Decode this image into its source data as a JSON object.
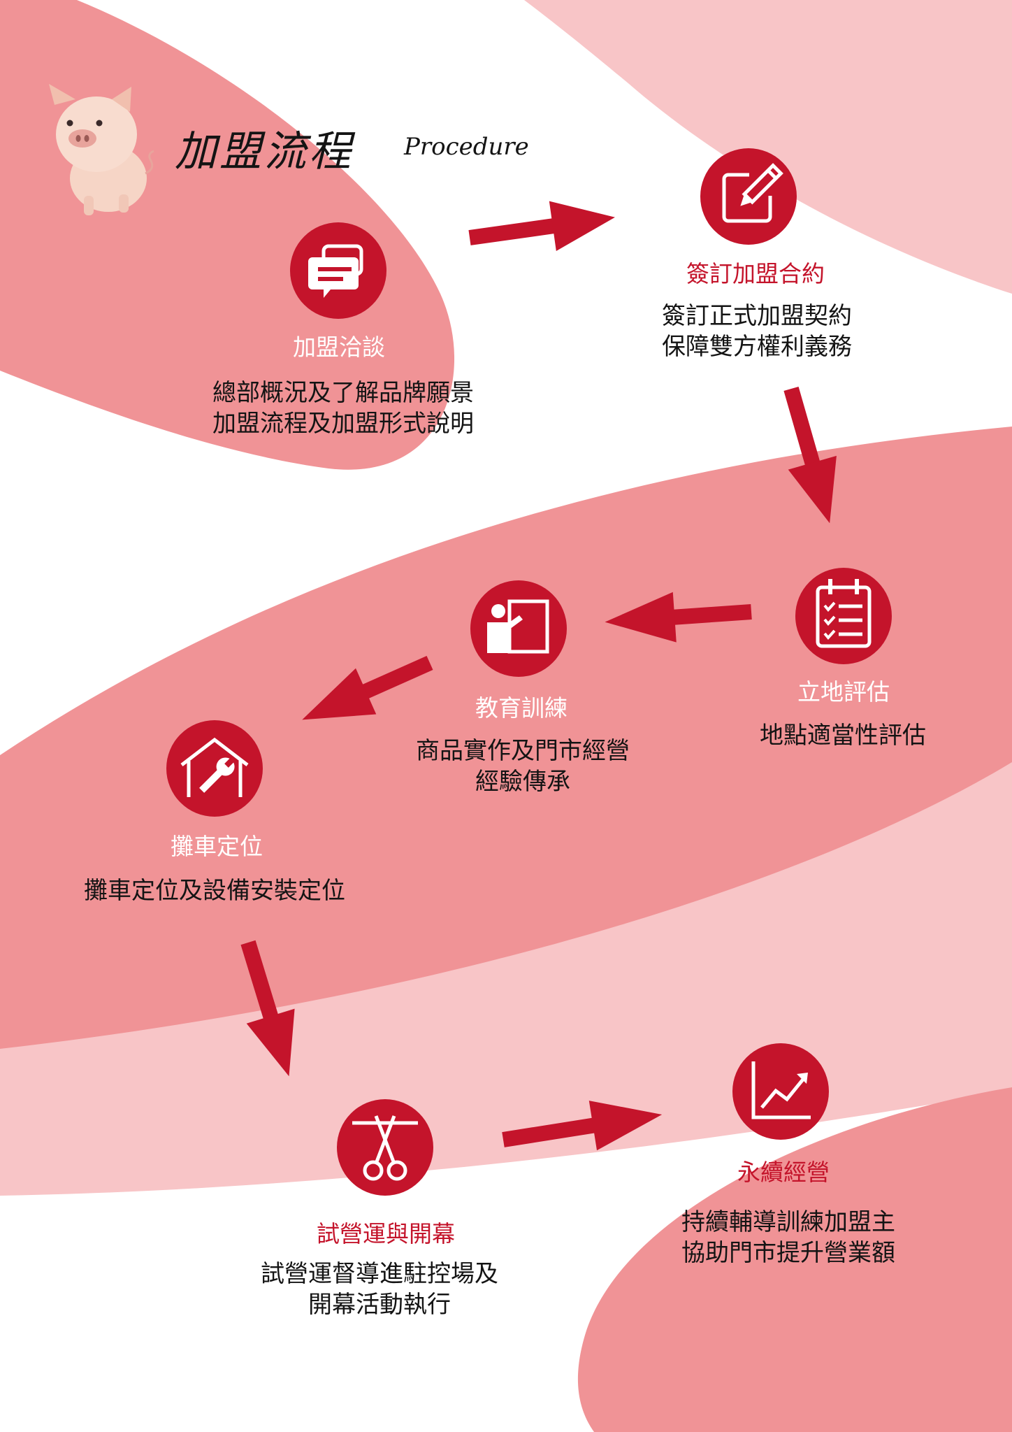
{
  "header": {
    "title": "加盟流程",
    "subtitle": "Procedure"
  },
  "colors": {
    "accent": "#c4142b",
    "band_dark": "#f09396",
    "band_light": "#f8c5c7"
  },
  "steps": [
    {
      "title": "加盟洽談",
      "icon": "chat-bubbles-icon",
      "lines": [
        "總部概況及了解品牌願景",
        "加盟流程及加盟形式說明"
      ]
    },
    {
      "title": "簽訂加盟合約",
      "icon": "pencil-edit-icon",
      "lines": [
        "簽訂正式加盟契約",
        "保障雙方權利義務"
      ]
    },
    {
      "title": "立地評估",
      "icon": "checklist-icon",
      "lines": [
        "地點適當性評估"
      ]
    },
    {
      "title": "教育訓練",
      "icon": "teacher-board-icon",
      "lines": [
        "商品實作及門市經營",
        "經驗傳承"
      ]
    },
    {
      "title": "攤車定位",
      "icon": "house-wrench-icon",
      "lines": [
        "攤車定位及設備安裝定位"
      ]
    },
    {
      "title": "試營運與開幕",
      "icon": "ribbon-scissors-icon",
      "lines": [
        "試營運督導進駐控場及",
        "開幕活動執行"
      ]
    },
    {
      "title": "永續經營",
      "icon": "growth-chart-icon",
      "lines": [
        "持續輔導訓練加盟主",
        "協助門市提升營業額"
      ]
    }
  ]
}
